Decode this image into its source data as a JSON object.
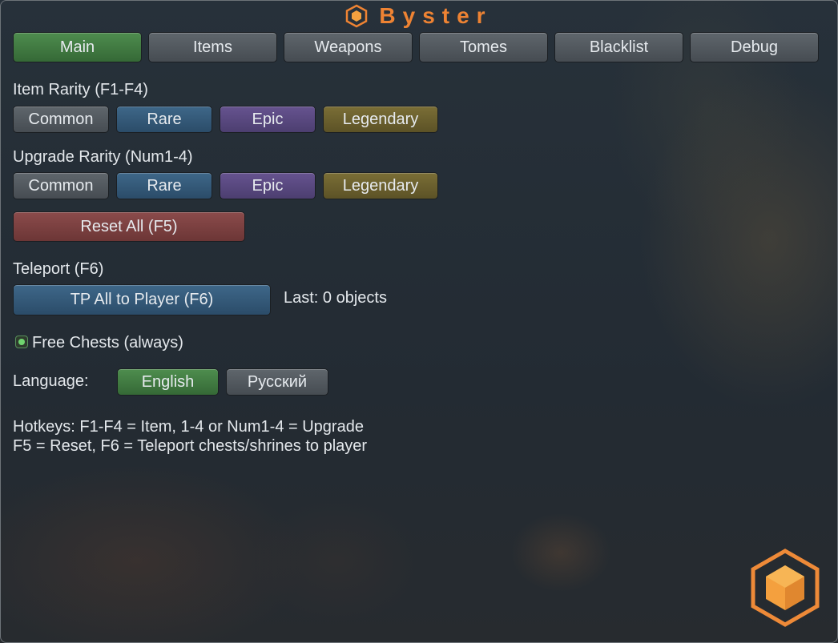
{
  "app": {
    "title": "Byster",
    "accent_color": "#ee8333",
    "logo_icon": "hexagon-cube-icon"
  },
  "tabs": [
    {
      "label": "Main",
      "active": true
    },
    {
      "label": "Items",
      "active": false
    },
    {
      "label": "Weapons",
      "active": false
    },
    {
      "label": "Tomes",
      "active": false
    },
    {
      "label": "Blacklist",
      "active": false
    },
    {
      "label": "Debug",
      "active": false
    }
  ],
  "item_rarity": {
    "heading": "Item Rarity (F1-F4)",
    "buttons": [
      "Common",
      "Rare",
      "Epic",
      "Legendary"
    ]
  },
  "upgrade_rarity": {
    "heading": "Upgrade Rarity (Num1-4)",
    "buttons": [
      "Common",
      "Rare",
      "Epic",
      "Legendary"
    ]
  },
  "reset": {
    "label": "Reset All (F5)"
  },
  "teleport": {
    "heading": "Teleport (F6)",
    "button_label": "TP All to Player (F6)",
    "status": "Last: 0 objects"
  },
  "free_chests": {
    "label": "Free Chests (always)",
    "enabled": true
  },
  "language": {
    "label": "Language:",
    "options": [
      {
        "label": "English",
        "active": true
      },
      {
        "label": "Русский",
        "active": false
      }
    ]
  },
  "hotkeys": {
    "line1": "Hotkeys: F1-F4 = Item, 1-4 or Num1-4 = Upgrade",
    "line2": "F5 = Reset, F6 = Teleport chests/shrines to player"
  },
  "colors": {
    "active_green": "#3e7a3f",
    "rare_blue": "#355a7b",
    "epic_purple": "#58477e",
    "legendary_gold": "#6b602d",
    "reset_red": "#7b4040"
  }
}
